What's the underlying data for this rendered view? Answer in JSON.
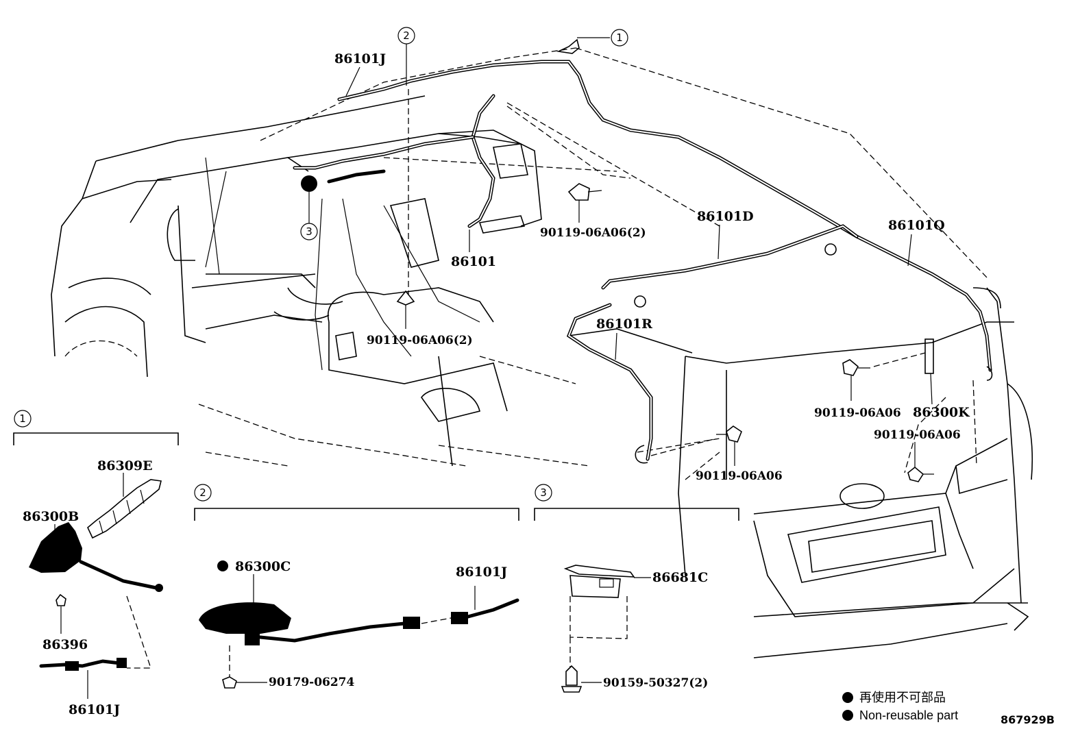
{
  "callouts": {
    "c1": "1",
    "c2": "2",
    "c3": "3"
  },
  "parts": {
    "p86101J_top": "86101J",
    "p90119_2a": "90119-06A06(2)",
    "p86101D": "86101D",
    "p86101Q": "86101Q",
    "p86101": "86101",
    "p90119_2b": "90119-06A06(2)",
    "p86101R": "86101R",
    "p90119_a": "90119-06A06",
    "p86300K": "86300K",
    "p90119_b": "90119-06A06",
    "p90119_c": "90119-06A06",
    "p86309E": "86309E",
    "p86300B": "86300B",
    "p86396": "86396",
    "p86101J_bl": "86101J",
    "p86300C": "86300C",
    "p86101J_mid": "86101J",
    "p90179": "90179-06274",
    "p86681C": "86681C",
    "p90159": "90159-50327(2)"
  },
  "legend": {
    "jp": "再使用不可部品",
    "en": "Non-reusable part"
  },
  "doc_id": "867929B"
}
